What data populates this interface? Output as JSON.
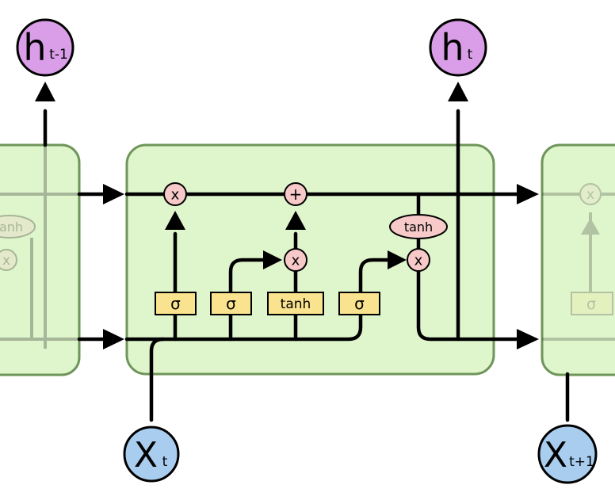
{
  "colors": {
    "cell_fill": "#dff5cc",
    "cell_stroke": "#6f955a",
    "layer_fill": "#f9e38e",
    "pointwise_fill": "#f7c9c9",
    "output_fill": "#da9ee8",
    "input_fill": "#a9cdef",
    "line": "#000000"
  },
  "nodes": {
    "h_prev": {
      "main": "h",
      "sub": "t-1"
    },
    "h_t": {
      "main": "h",
      "sub": "t"
    },
    "x_t": {
      "main": "X",
      "sub": "t"
    },
    "x_next": {
      "main": "X",
      "sub": "t+1"
    }
  },
  "layers": {
    "forget": "σ",
    "input": "σ",
    "candidate": "tanh",
    "output": "σ",
    "right_ghost": "σ"
  },
  "ops": {
    "forget_mult": "x",
    "add": "+",
    "input_mult": "x",
    "output_mult": "x",
    "tanh": "tanh",
    "left_ghost_tanh": "anh",
    "left_ghost_mult": "x",
    "right_ghost_mult": "x"
  }
}
